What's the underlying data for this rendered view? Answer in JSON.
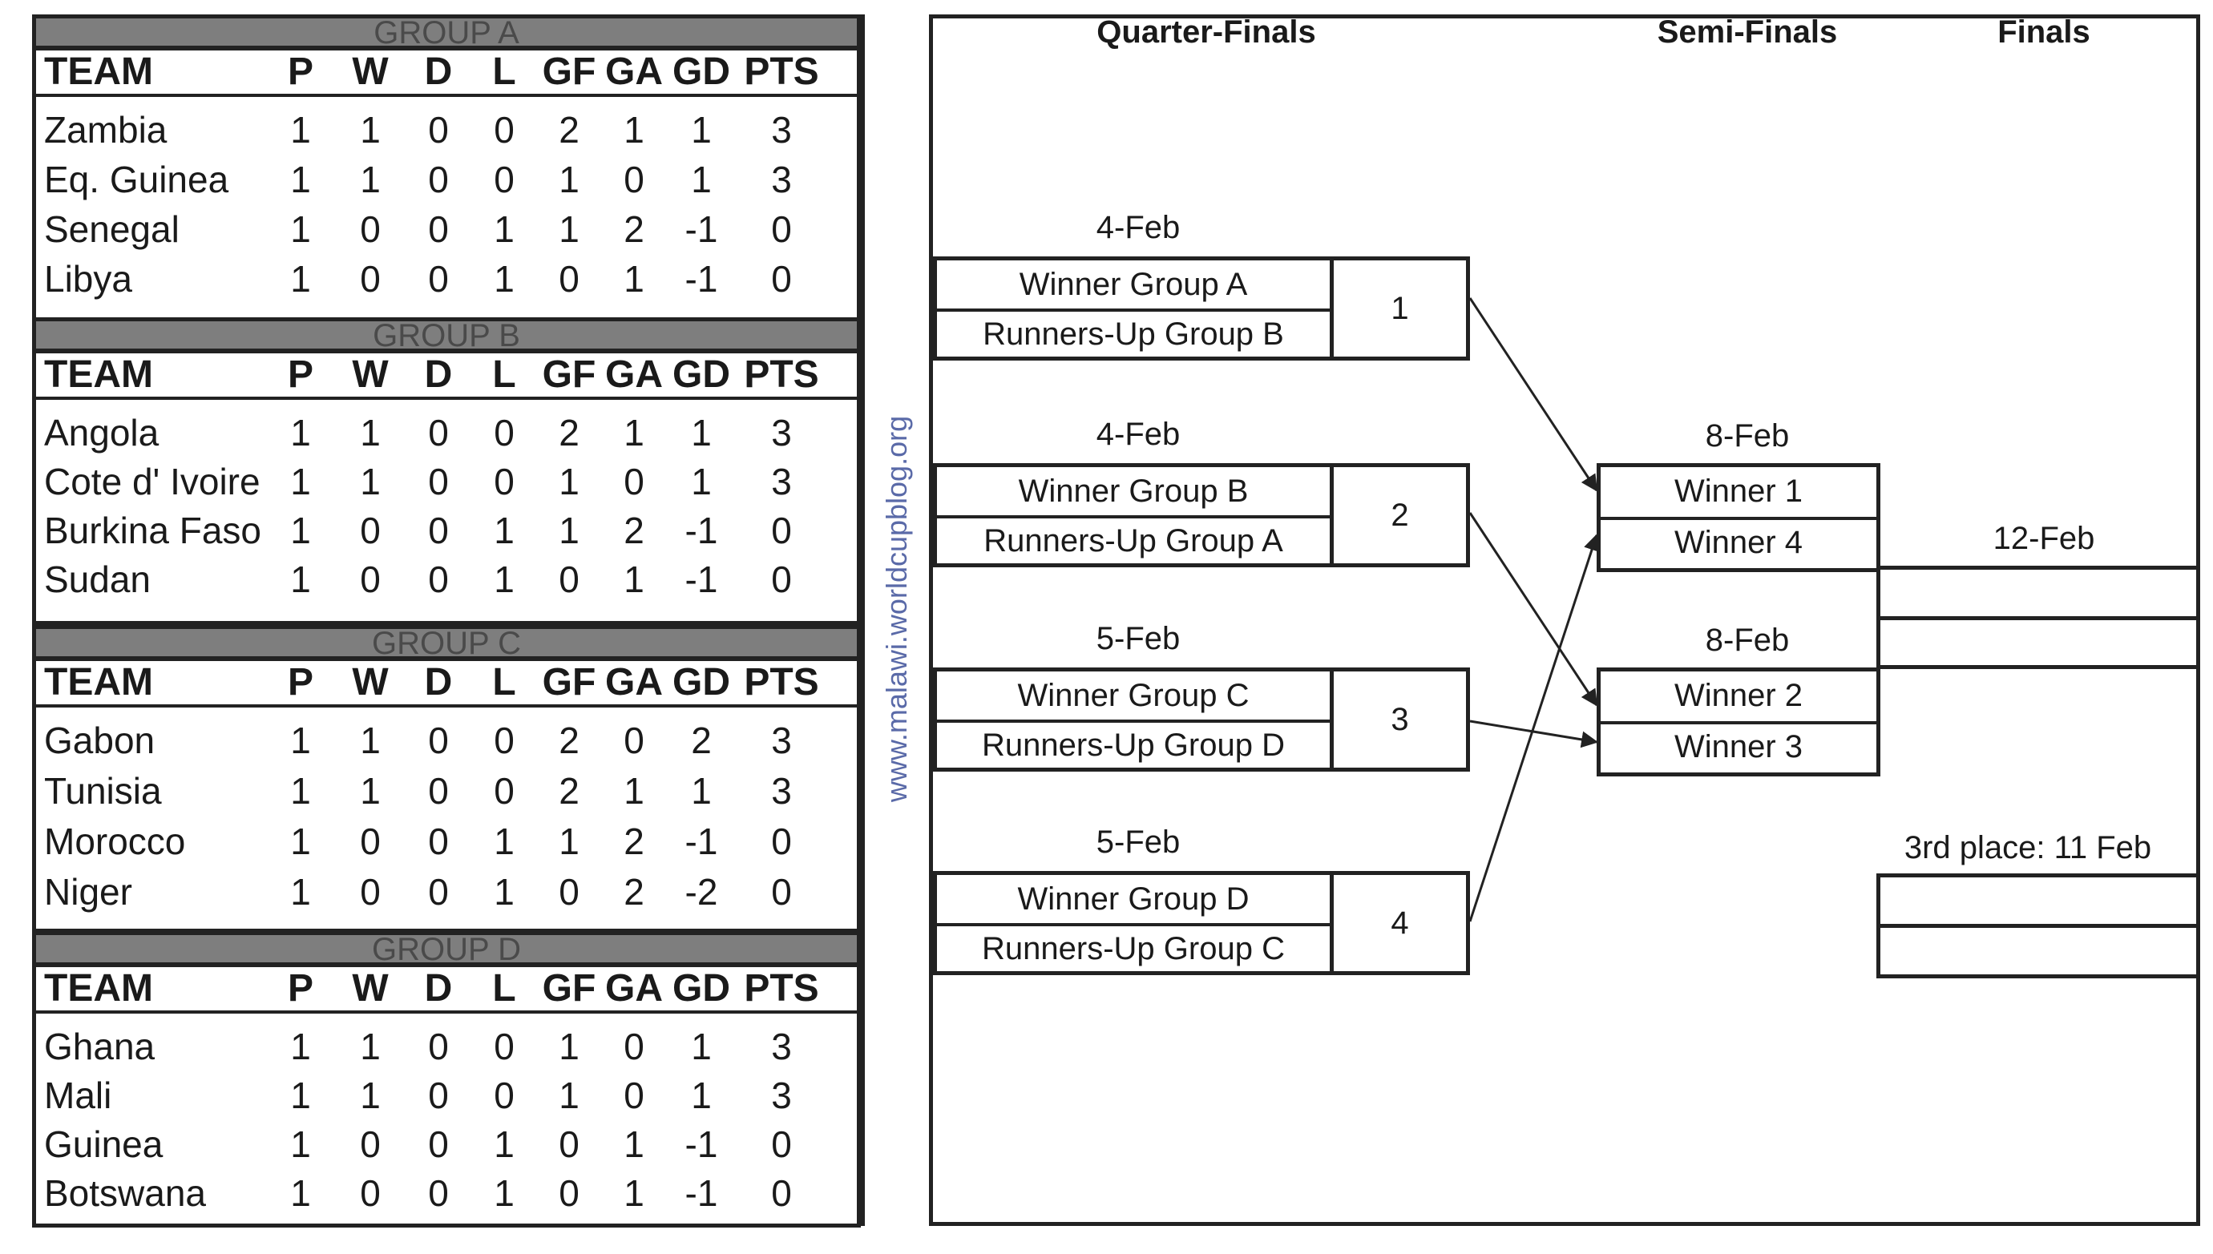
{
  "columns": [
    "TEAM",
    "P",
    "W",
    "D",
    "L",
    "GF",
    "GA",
    "GD",
    "PTS"
  ],
  "groups": [
    {
      "title": "GROUP A",
      "rows": [
        {
          "team": "Zambia",
          "p": "1",
          "w": "1",
          "d": "0",
          "l": "0",
          "gf": "2",
          "ga": "1",
          "gd": "1",
          "pts": "3"
        },
        {
          "team": "Eq. Guinea",
          "p": "1",
          "w": "1",
          "d": "0",
          "l": "0",
          "gf": "1",
          "ga": "0",
          "gd": "1",
          "pts": "3"
        },
        {
          "team": "Senegal",
          "p": "1",
          "w": "0",
          "d": "0",
          "l": "1",
          "gf": "1",
          "ga": "2",
          "gd": "-1",
          "pts": "0"
        },
        {
          "team": "Libya",
          "p": "1",
          "w": "0",
          "d": "0",
          "l": "1",
          "gf": "0",
          "ga": "1",
          "gd": "-1",
          "pts": "0"
        }
      ]
    },
    {
      "title": "GROUP B",
      "rows": [
        {
          "team": "Angola",
          "p": "1",
          "w": "1",
          "d": "0",
          "l": "0",
          "gf": "2",
          "ga": "1",
          "gd": "1",
          "pts": "3"
        },
        {
          "team": "Cote d' Ivoire",
          "p": "1",
          "w": "1",
          "d": "0",
          "l": "0",
          "gf": "1",
          "ga": "0",
          "gd": "1",
          "pts": "3"
        },
        {
          "team": "Burkina Faso",
          "p": "1",
          "w": "0",
          "d": "0",
          "l": "1",
          "gf": "1",
          "ga": "2",
          "gd": "-1",
          "pts": "0"
        },
        {
          "team": "Sudan",
          "p": "1",
          "w": "0",
          "d": "0",
          "l": "1",
          "gf": "0",
          "ga": "1",
          "gd": "-1",
          "pts": "0"
        }
      ]
    },
    {
      "title": "GROUP C",
      "rows": [
        {
          "team": "Gabon",
          "p": "1",
          "w": "1",
          "d": "0",
          "l": "0",
          "gf": "2",
          "ga": "0",
          "gd": "2",
          "pts": "3"
        },
        {
          "team": "Tunisia",
          "p": "1",
          "w": "1",
          "d": "0",
          "l": "0",
          "gf": "2",
          "ga": "1",
          "gd": "1",
          "pts": "3"
        },
        {
          "team": "Morocco",
          "p": "1",
          "w": "0",
          "d": "0",
          "l": "1",
          "gf": "1",
          "ga": "2",
          "gd": "-1",
          "pts": "0"
        },
        {
          "team": "Niger",
          "p": "1",
          "w": "0",
          "d": "0",
          "l": "1",
          "gf": "0",
          "ga": "2",
          "gd": "-2",
          "pts": "0"
        }
      ]
    },
    {
      "title": "GROUP D",
      "rows": [
        {
          "team": "Ghana",
          "p": "1",
          "w": "1",
          "d": "0",
          "l": "0",
          "gf": "1",
          "ga": "0",
          "gd": "1",
          "pts": "3"
        },
        {
          "team": "Mali",
          "p": "1",
          "w": "1",
          "d": "0",
          "l": "0",
          "gf": "1",
          "ga": "0",
          "gd": "1",
          "pts": "3"
        },
        {
          "team": "Guinea",
          "p": "1",
          "w": "0",
          "d": "0",
          "l": "1",
          "gf": "0",
          "ga": "1",
          "gd": "-1",
          "pts": "0"
        },
        {
          "team": "Botswana",
          "p": "1",
          "w": "0",
          "d": "0",
          "l": "1",
          "gf": "0",
          "ga": "1",
          "gd": "-1",
          "pts": "0"
        }
      ]
    }
  ],
  "watermark": "www.malawi.worldcupblog.org",
  "bracket": {
    "rounds": [
      "Quarter-Finals",
      "Semi-Finals",
      "Finals"
    ],
    "quarter_finals": [
      {
        "date": "4-Feb",
        "match": "1",
        "home": "Winner Group A",
        "away": "Runners-Up Group B"
      },
      {
        "date": "4-Feb",
        "match": "2",
        "home": "Winner Group B",
        "away": "Runners-Up Group A"
      },
      {
        "date": "5-Feb",
        "match": "3",
        "home": "Winner Group C",
        "away": "Runners-Up Group D"
      },
      {
        "date": "5-Feb",
        "match": "4",
        "home": "Winner Group D",
        "away": "Runners-Up Group C"
      }
    ],
    "semi_finals": [
      {
        "date": "8-Feb",
        "home": "Winner 1",
        "away": "Winner 4"
      },
      {
        "date": "8-Feb",
        "home": "Winner 2",
        "away": "Winner 3"
      }
    ],
    "final_date": "12-Feb",
    "third_place": "3rd place: 11 Feb"
  }
}
